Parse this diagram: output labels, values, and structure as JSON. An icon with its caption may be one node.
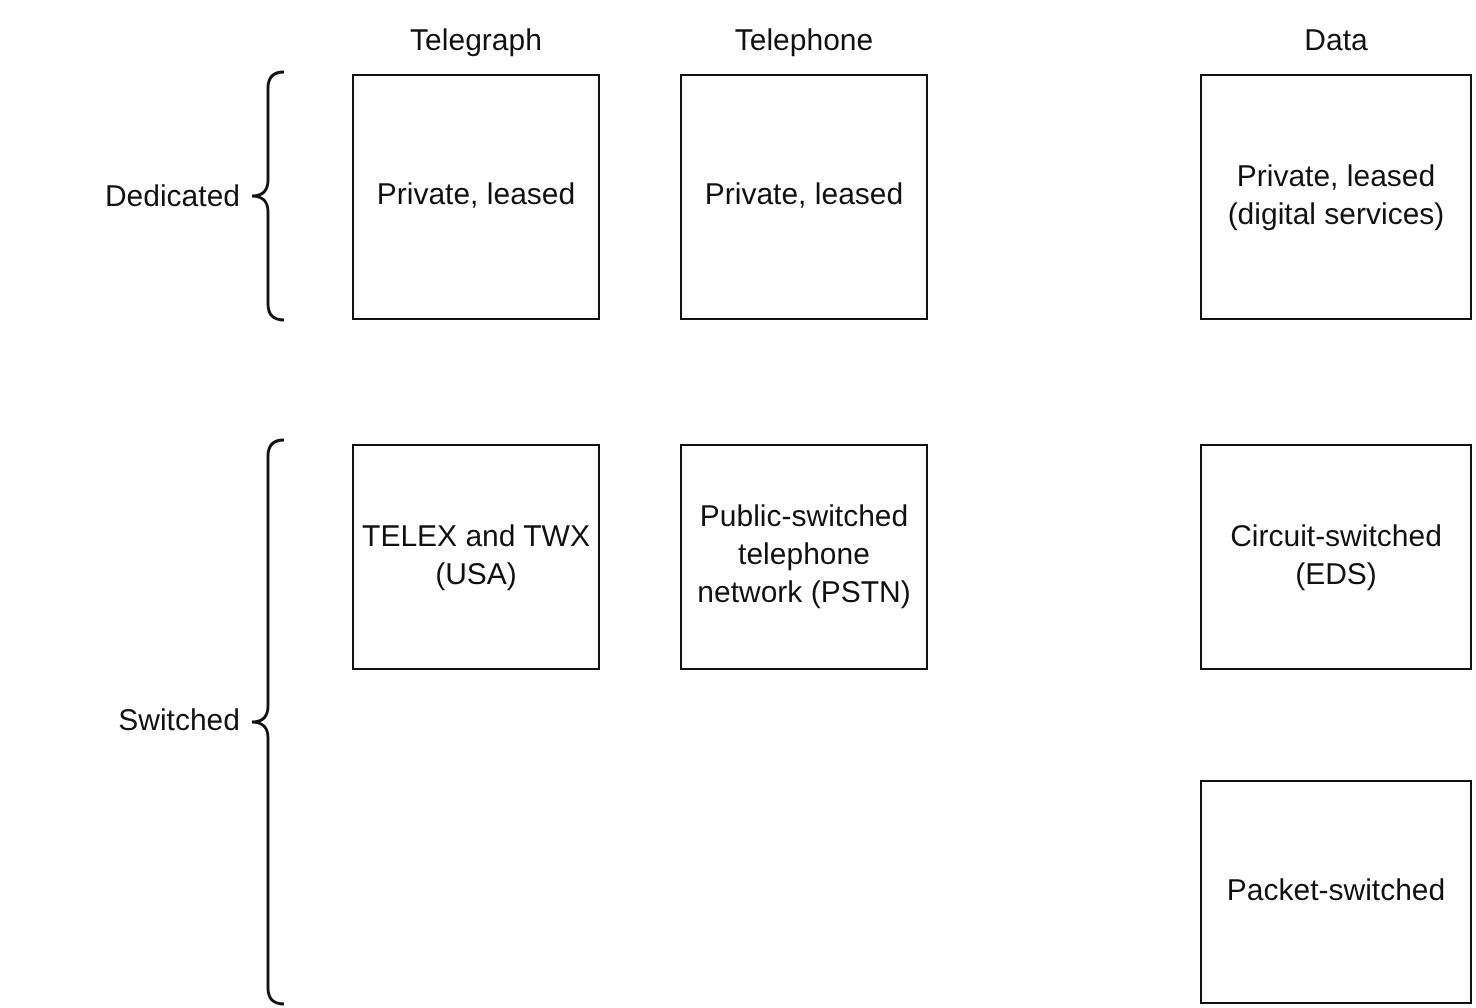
{
  "diagram": {
    "nodes": [
      {
        "text": [
          "Private, leased"
        ]
      },
      {
        "text": [
          "Private, leased"
        ]
      },
      {
        "text": [
          "Private, leased (digital services)"
        ]
      },
      {
        "text": [
          "TELEX and TWX (USA)"
        ]
      },
      {
        "text": [
          "Public-switched telephone network (PSTN)"
        ]
      },
      {
        "text": [
          "Circuit-switched (EDS)"
        ]
      },
      {
        "text": [
          "Packet-switched"
        ]
      }
    ],
    "edges": [],
    "labels": [
      "Telegraph",
      "Telephone",
      "Data",
      "Dedicated",
      "Switched"
    ]
  }
}
